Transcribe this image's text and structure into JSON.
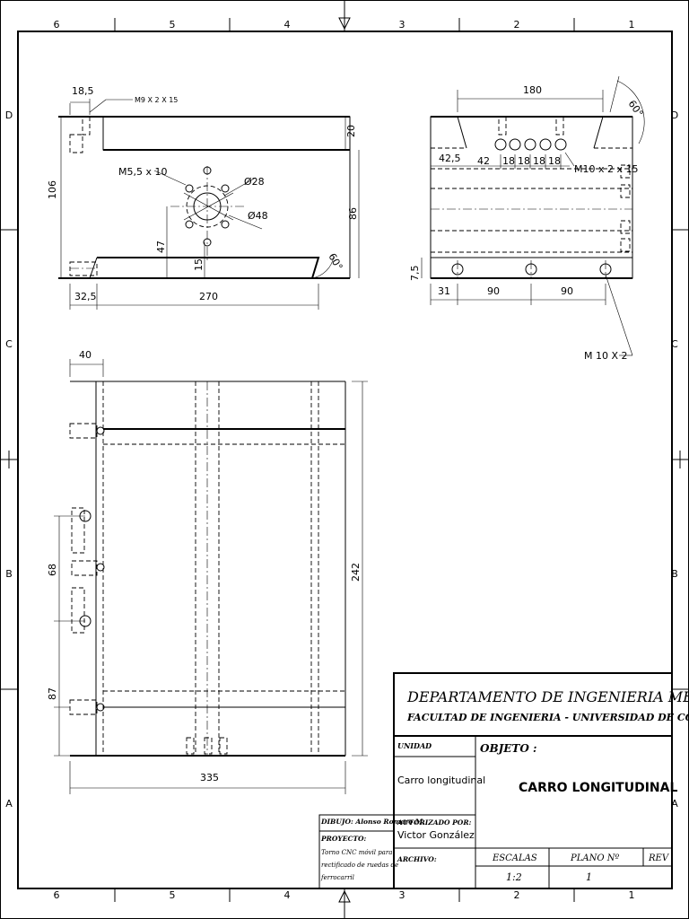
{
  "zones": {
    "columns": [
      "6",
      "5",
      "4",
      "3",
      "2",
      "1"
    ],
    "rows": [
      "D",
      "C",
      "B",
      "A"
    ]
  },
  "view_front": {
    "dims": {
      "d18_5": "18,5",
      "thread_top": "M9 X 2 X 15",
      "d106": "106",
      "d20": "20",
      "d86": "86",
      "hole_small": "M5,5 x 10",
      "dia28": "28",
      "dia48": "48",
      "d47": "47",
      "d15": "15",
      "angle": "60°",
      "d32_5": "32,5",
      "d270": "270"
    }
  },
  "view_side": {
    "dims": {
      "d180": "180",
      "angle": "60°",
      "d42_5": "42,5",
      "d42": "42",
      "d18_list": [
        "18",
        "18",
        "18",
        "18"
      ],
      "thread_side": "M10 x 2 x 15",
      "d7_5": "7,5",
      "d31": "31",
      "d90a": "90",
      "d90b": "90",
      "thread_bottom": "M 10 X 2"
    }
  },
  "view_top": {
    "dims": {
      "d40": "40",
      "d68": "68",
      "d87": "87",
      "d242": "242",
      "d335": "335"
    }
  },
  "title_block": {
    "department": "DEPARTAMENTO DE INGENIERIA MECANICA",
    "faculty": "FACULTAD DE INGENIERIA  -  UNIVERSIDAD DE CONCEPCIÓN",
    "unidad_label": "UNIDAD",
    "unidad_value": "Carro longitudinal",
    "objeto_label": "OBJETO :",
    "objeto_value": "CARRO LONGITUDINAL",
    "dibujo_label": "DIBUJO:",
    "dibujo_value": "Alonso Romero M.",
    "proyecto_label": "PROYECTO:",
    "proyecto_lines": [
      "Torno CNC móvil para",
      "rectificado de ruedas de",
      "ferrocarril"
    ],
    "autorizado_label": "AUTORIZADO POR:",
    "autorizado_value": "Victor González",
    "archivo_label": "ARCHIVO:",
    "escalas_label": "ESCALAS",
    "escalas_value": "1:2",
    "plano_label": "PLANO Nº",
    "plano_value": "1",
    "rev_label": "REV"
  }
}
